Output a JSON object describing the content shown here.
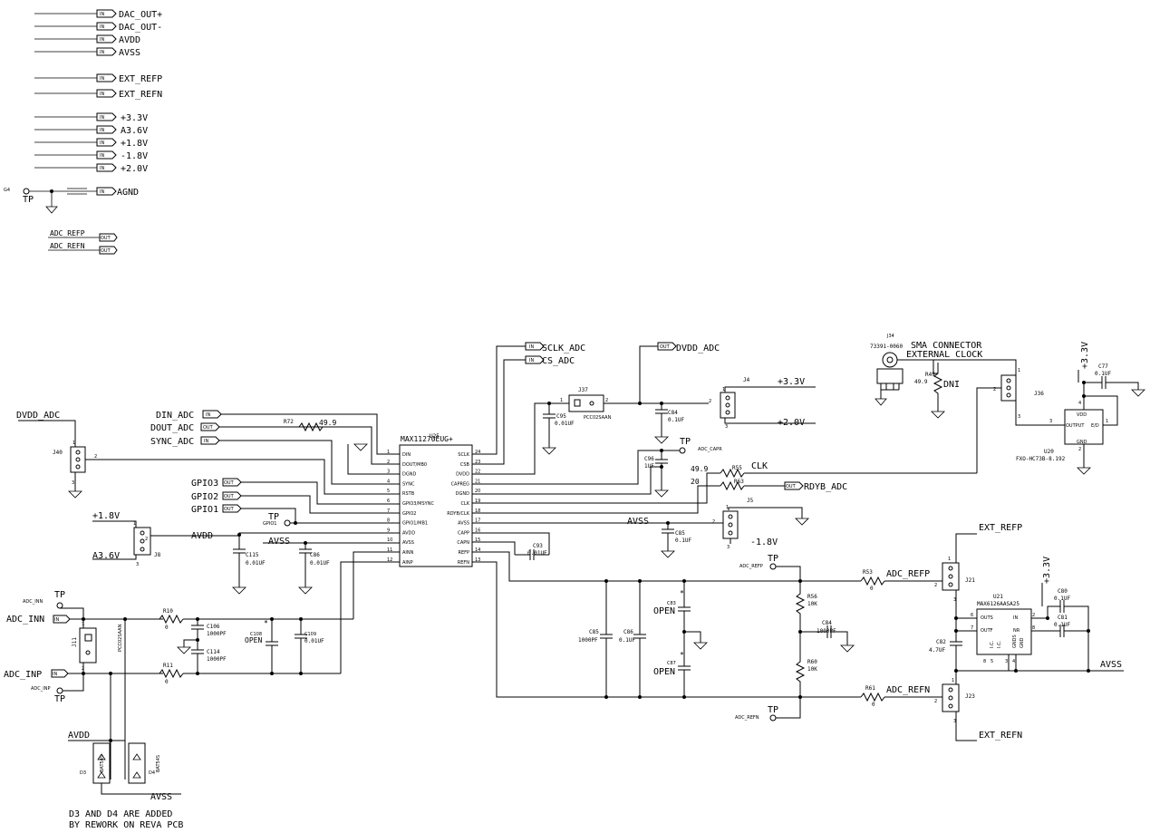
{
  "global_ports": [
    {
      "dir": "IN",
      "net": "DAC_OUT+"
    },
    {
      "dir": "IN",
      "net": "DAC_OUT-"
    },
    {
      "dir": "IN",
      "net": "AVDD"
    },
    {
      "dir": "IN",
      "net": "AVSS"
    },
    {
      "dir": "IN",
      "net": "EXT_REFP"
    },
    {
      "dir": "IN",
      "net": "EXT_REFN"
    },
    {
      "dir": "IN",
      "net": "+3.3V"
    },
    {
      "dir": "IN",
      "net": "A3.6V"
    },
    {
      "dir": "IN",
      "net": "+1.8V"
    },
    {
      "dir": "IN",
      "net": "-1.8V"
    },
    {
      "dir": "IN",
      "net": "+2.0V"
    },
    {
      "dir": "IN",
      "net": "AGND"
    },
    {
      "dir": "OUT",
      "net": "ADC_REFP"
    },
    {
      "dir": "OUT",
      "net": "ADC_REFN"
    }
  ],
  "gnd_tp": {
    "ref": "G4",
    "label": "TP"
  },
  "u25": {
    "ref": "U25",
    "part": "MAX11270EUG+",
    "left_pins": [
      {
        "num": "1",
        "name": "DIN"
      },
      {
        "num": "2",
        "name": "DOUT/MB0"
      },
      {
        "num": "3",
        "name": "DGND"
      },
      {
        "num": "4",
        "name": "SYNC"
      },
      {
        "num": "5",
        "name": "RSTB"
      },
      {
        "num": "6",
        "name": "GPIO3/MSYNC"
      },
      {
        "num": "7",
        "name": "GPIO2"
      },
      {
        "num": "8",
        "name": "GPIO1/MB1"
      },
      {
        "num": "9",
        "name": "AVDD"
      },
      {
        "num": "10",
        "name": "AVSS"
      },
      {
        "num": "11",
        "name": "AINN"
      },
      {
        "num": "12",
        "name": "AINP"
      }
    ],
    "right_pins": [
      {
        "num": "24",
        "name": "SCLK"
      },
      {
        "num": "23",
        "name": "CSB"
      },
      {
        "num": "22",
        "name": "DVDD"
      },
      {
        "num": "21",
        "name": "CAPREG"
      },
      {
        "num": "20",
        "name": "DGND"
      },
      {
        "num": "19",
        "name": "CLK"
      },
      {
        "num": "18",
        "name": "RDYB/CLK"
      },
      {
        "num": "17",
        "name": "AVSS"
      },
      {
        "num": "16",
        "name": "CAPP"
      },
      {
        "num": "15",
        "name": "CAPN"
      },
      {
        "num": "14",
        "name": "REFP"
      },
      {
        "num": "13",
        "name": "REFN"
      }
    ]
  },
  "nets": {
    "din_adc": "DIN_ADC",
    "dout_adc": "DOUT_ADC",
    "sync_adc": "SYNC_ADC",
    "sclk_adc": "SCLK_ADC",
    "cs_adc": "CS_ADC",
    "dvdd_adc": "DVDD_ADC",
    "dvdd_adc_left": "DVDD_ADC",
    "gpio3": "GPIO3",
    "gpio2": "GPIO2",
    "gpio1": "GPIO1",
    "gpio1_tp": "GPIO1",
    "avdd": "AVDD",
    "avss": "AVSS",
    "avss2": "AVSS",
    "avdd2": "AVDD",
    "avss3": "AVSS",
    "avss4": "AVSS",
    "p1v8": "+1.8V",
    "a3v6": "A3.6V",
    "p3v3": "+3.3V",
    "p2v0": "+2.0V",
    "m1v8": "-1.8V",
    "clk": "CLK",
    "rdyb_adc": "RDYB_ADC",
    "adc_capr": "ADC_CAPR",
    "adc_inn": "ADC_INN",
    "adc_inp": "ADC_INP",
    "adc_inn_small": "ADC_INN",
    "adc_inp_small": "ADC_INP",
    "adc_refp": "ADC_REFP",
    "adc_refn": "ADC_REFN",
    "adc_refp_small": "ADC_REFP",
    "adc_refn_small": "ADC_REFN",
    "ext_refp": "EXT_REFP",
    "ext_refn": "EXT_REFN",
    "p3v3_u20": "+3.3V",
    "p3v3_u21": "+3.3V"
  },
  "tp_label": "TP",
  "dir": {
    "in": "IN",
    "out": "OUT"
  },
  "components": {
    "r72": {
      "ref": "R72",
      "val": "49.9"
    },
    "r55": {
      "ref": "R55",
      "val": "49.9"
    },
    "r63": {
      "ref": "R63",
      "val": "20"
    },
    "r49": {
      "ref": "R49",
      "val": "49.9",
      "note": "DNI"
    },
    "r10": {
      "ref": "R10",
      "val": "0"
    },
    "r11": {
      "ref": "R11",
      "val": "0"
    },
    "r53": {
      "ref": "R53",
      "val": "0"
    },
    "r61": {
      "ref": "R61",
      "val": "0"
    },
    "r56": {
      "ref": "R56",
      "val": "10K"
    },
    "r60": {
      "ref": "R60",
      "val": "10K"
    },
    "c95": {
      "ref": "C95",
      "val": "0.01UF"
    },
    "c84": {
      "ref": "C84",
      "val": "0.1UF"
    },
    "c96": {
      "ref": "C96",
      "val": "1UF"
    },
    "c85_r": {
      "ref": "C85",
      "val": "0.1UF"
    },
    "c93": {
      "ref": "C93",
      "val": "0.01UF"
    },
    "c115": {
      "ref": "C115",
      "val": "0.01UF"
    },
    "c86": {
      "ref": "C86",
      "val": "0.01UF"
    },
    "c106": {
      "ref": "C106",
      "val": "1000PF"
    },
    "c114": {
      "ref": "C114",
      "val": "1000PF"
    },
    "c108": {
      "ref": "C108",
      "val": "OPEN"
    },
    "c109": {
      "ref": "C109",
      "val": "0.01UF"
    },
    "c85": {
      "ref": "C85",
      "val": "1000PF"
    },
    "c86b": {
      "ref": "C86",
      "val": "0.1UF"
    },
    "c83": {
      "ref": "C83",
      "val": "OPEN"
    },
    "c87": {
      "ref": "C87",
      "val": "OPEN"
    },
    "c84b": {
      "ref": "C84",
      "val": "1000PF"
    },
    "c77": {
      "ref": "C77",
      "val": "0.1UF"
    },
    "c80": {
      "ref": "C80",
      "val": "0.1UF"
    },
    "c81": {
      "ref": "C81",
      "val": "0.1UF"
    },
    "c82": {
      "ref": "C82",
      "val": "4.7UF"
    },
    "j37": {
      "ref": "J37",
      "part": "PCC02SAAN"
    },
    "j11": {
      "ref": "J11",
      "part": "PCC02SAAN"
    },
    "j4": {
      "ref": "J4"
    },
    "j5": {
      "ref": "J5"
    },
    "j8": {
      "ref": "J8"
    },
    "j40": {
      "ref": "J40"
    },
    "j36": {
      "ref": "J36"
    },
    "j21": {
      "ref": "J21"
    },
    "j23": {
      "ref": "J23"
    },
    "j34": {
      "ref": "J34",
      "part": "73391-0060",
      "title": "SMA CONNECTOR",
      "subtitle": "EXTERNAL CLOCK"
    },
    "u20": {
      "ref": "U20",
      "part": "FXO-HC73B-8.192",
      "vdd": "VDD",
      "output": "OUTPUT",
      "ed": "E/D",
      "gnd": "GND"
    },
    "u21": {
      "ref": "U21",
      "part": "MAX6126AASA25",
      "outs": "OUTS",
      "outf": "OUTF",
      "in": "IN",
      "nr": "NR",
      "gnds": "GNDS",
      "gnd": "GND",
      "ic1": "I.C.",
      "ic2": "I.C."
    },
    "d3": {
      "ref": "D3",
      "part": "BAT54S"
    },
    "d4": {
      "ref": "D4",
      "part": "BAT54S"
    }
  },
  "note": [
    "D3 AND D4 ARE ADDED",
    "BY REWORK ON REVA PCB"
  ],
  "pin_nums": {
    "p1": "1",
    "p2": "2",
    "p3": "3",
    "p4": "4",
    "p5": "5",
    "p6": "6",
    "p7": "7",
    "p8": "8"
  },
  "star": "*"
}
